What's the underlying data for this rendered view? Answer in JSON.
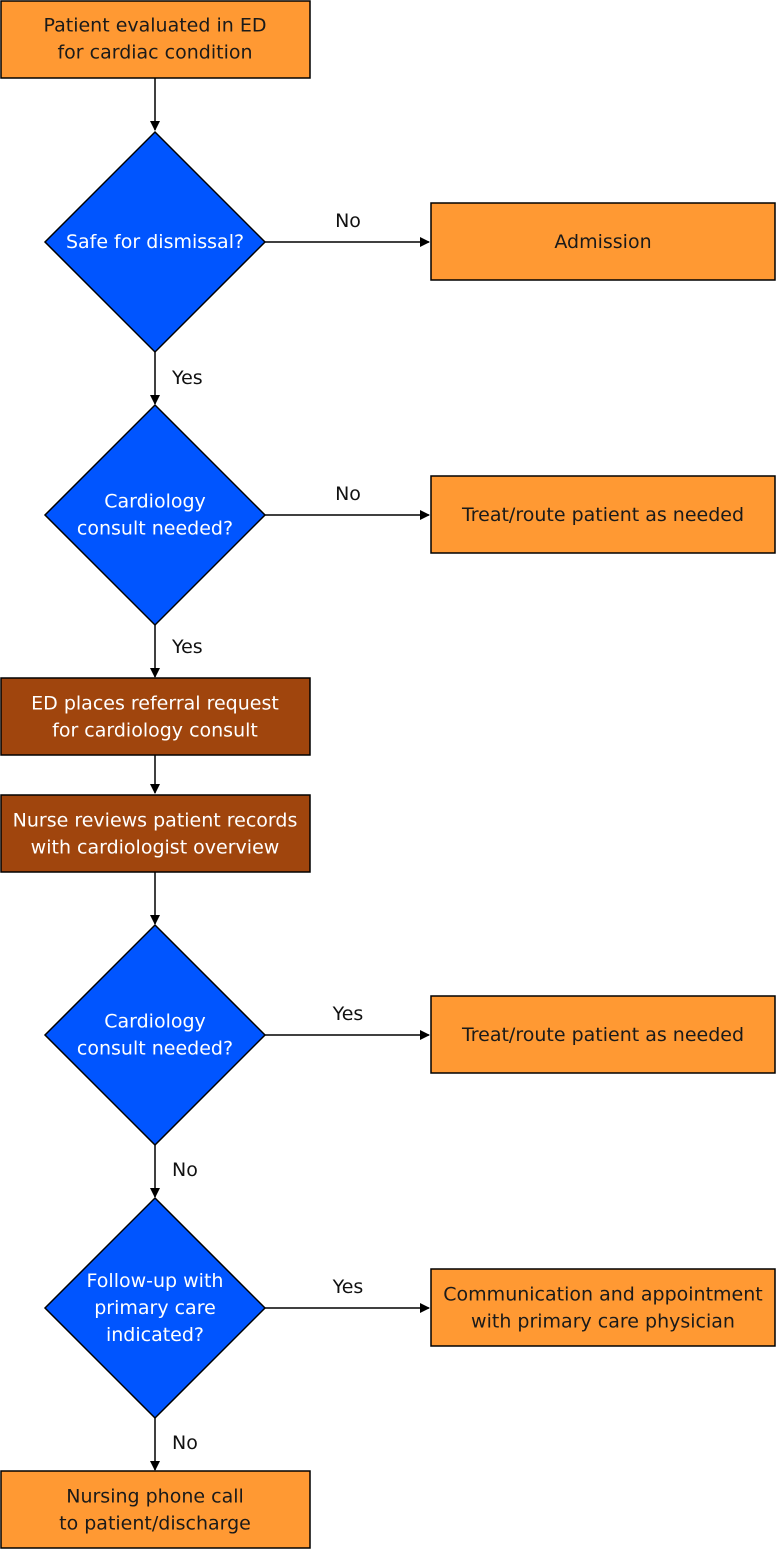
{
  "colors": {
    "orange": "#FF9933",
    "brown": "#A0450D",
    "blue": "#0055FF",
    "stroke": "#000000",
    "text_dark": "#1a1a1a",
    "text_light": "#ffffff"
  },
  "nodes": {
    "start": [
      "Patient evaluated in ED",
      "for cardiac condition"
    ],
    "dismissal": [
      "Safe for dismissal?"
    ],
    "admission": [
      "Admission"
    ],
    "consult1": [
      "Cardiology",
      "consult needed?"
    ],
    "treat1": [
      "Treat/route patient as needed"
    ],
    "referral": [
      "ED places referral request",
      "for cardiology consult"
    ],
    "review": [
      "Nurse reviews patient records",
      "with cardiologist overview"
    ],
    "consult2": [
      "Cardiology",
      "consult needed?"
    ],
    "treat2": [
      "Treat/route patient as needed"
    ],
    "followup": [
      "Follow-up with",
      "primary care",
      "indicated?"
    ],
    "communication": [
      "Communication and appointment",
      "with primary care physician"
    ],
    "phonecall": [
      "Nursing phone call",
      "to patient/discharge"
    ]
  },
  "edge_labels": {
    "dismissal_no": "No",
    "dismissal_yes": "Yes",
    "consult1_no": "No",
    "consult1_yes": "Yes",
    "consult2_yes": "Yes",
    "consult2_no": "No",
    "followup_yes": "Yes",
    "followup_no": "No"
  }
}
